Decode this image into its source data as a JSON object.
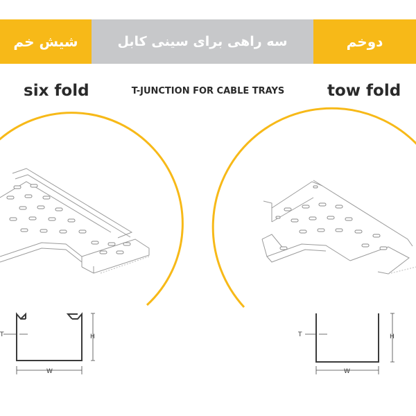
{
  "banner": {
    "left_label": "شیش خم",
    "title_fa": "سه راهی برای سینی کابل",
    "right_label": "دوخم"
  },
  "labels": {
    "six_fold": "six fold",
    "title_en": "T-JUNCTION FOR CABLE TRAYS",
    "two_fold": "tow fold"
  },
  "dimensions": {
    "thickness": "T",
    "height": "H",
    "width": "W"
  },
  "colors": {
    "accent_yellow": "#f7b918",
    "banner_gray": "#c7c8ca",
    "ink": "#2a2a2a"
  }
}
